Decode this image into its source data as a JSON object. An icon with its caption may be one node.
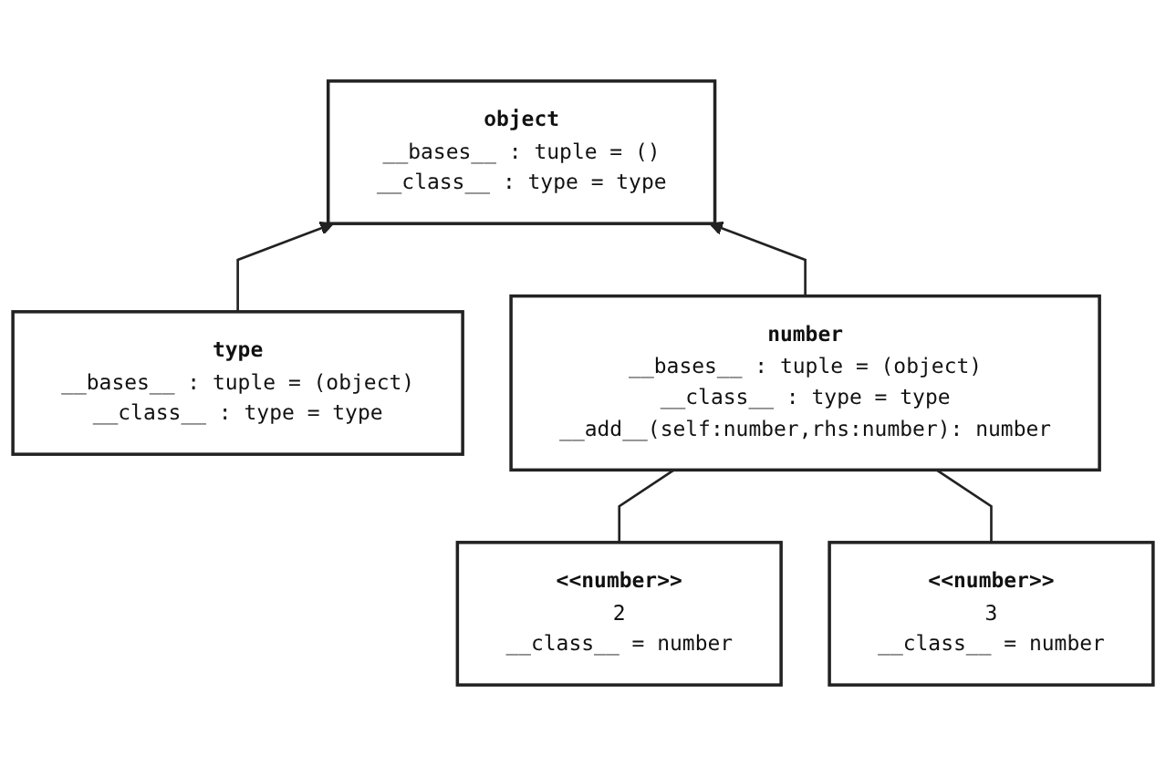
{
  "diagram": {
    "nodes": [
      {
        "text": [
          "object",
          "__bases__ : tuple = ()",
          "__class__ : type = type"
        ]
      },
      {
        "text": [
          "type",
          "__bases__ : tuple = (object)",
          "__class__ : type = type"
        ]
      },
      {
        "text": [
          "number",
          "__bases__ : tuple = (object)",
          "__class__ : type = type",
          "__add__(self:number,rhs:number): number"
        ]
      },
      {
        "text": [
          "<<number>>",
          "2",
          "__class__ = number"
        ]
      },
      {
        "text": [
          "<<number>>",
          "3",
          "__class__ = number"
        ]
      }
    ],
    "edges": [
      {
        "from": 1,
        "to": 0,
        "arrow": "to"
      },
      {
        "from": 2,
        "to": 0,
        "arrow": "to"
      },
      {
        "from": 2,
        "to": 3,
        "arrow": "none"
      },
      {
        "from": 2,
        "to": 4,
        "arrow": "none"
      }
    ]
  }
}
